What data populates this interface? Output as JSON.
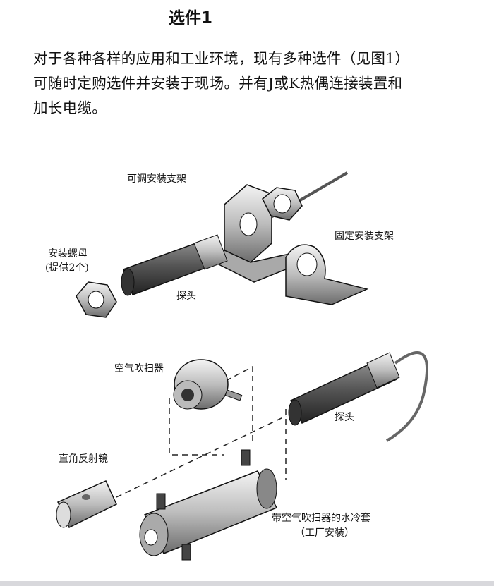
{
  "title": "选件1",
  "paragraph": {
    "lines": [
      "对于各种各样的应用和工业环境，现有多种选件（见图1）",
      "可随时定购选件并安装于现场。并有J或K热偶连接装置和",
      "加长电缆。"
    ]
  },
  "figure": {
    "labels": {
      "adjustable_bracket": "可调安装支架",
      "fixed_bracket": "固定安装支架",
      "mounting_nut": "安装螺母",
      "mounting_nut_note": "(提供2个)",
      "probe_top": "探头",
      "air_purge": "空气吹扫器",
      "probe_bottom": "探头",
      "right_angle_mirror": "直角反射镜",
      "water_jacket": "带空气吹扫器的水冷套",
      "water_jacket_note": "（工厂安装）"
    }
  }
}
